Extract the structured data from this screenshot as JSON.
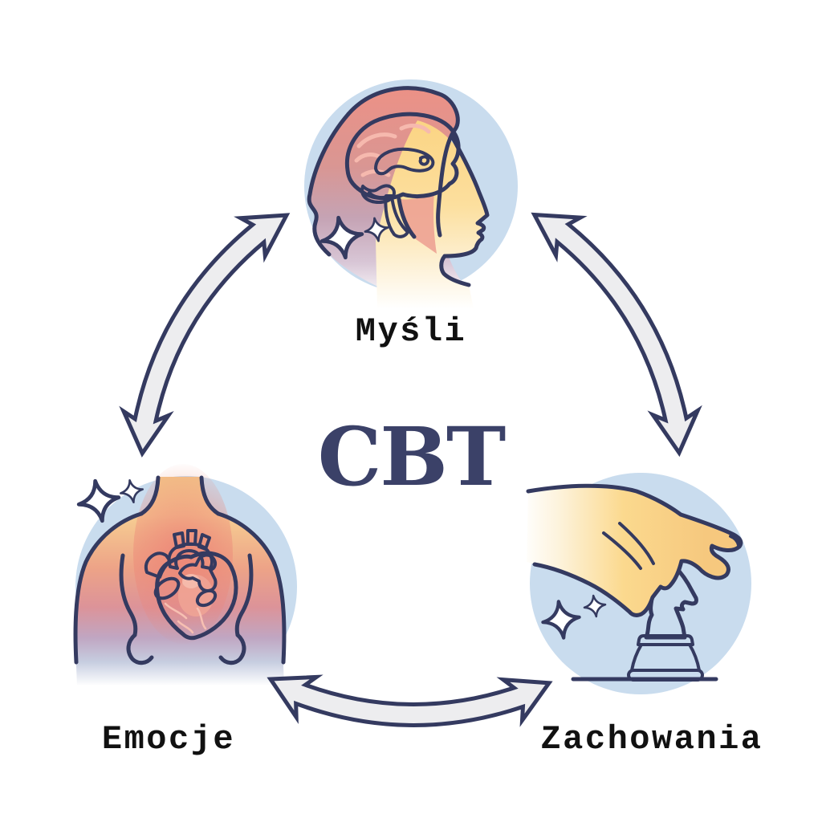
{
  "diagram": {
    "title": "CBT",
    "nodes": [
      {
        "id": "thoughts",
        "label": "Myśli",
        "icon": "brain-head-icon"
      },
      {
        "id": "emotions",
        "label": "Emocje",
        "icon": "heart-chest-icon"
      },
      {
        "id": "behaviors",
        "label": "Zachowania",
        "icon": "hand-chess-knight-icon"
      }
    ],
    "connections": [
      {
        "from": "Myśli",
        "to": "Emocje",
        "style": "curved-double-headed-arrow"
      },
      {
        "from": "Myśli",
        "to": "Zachowania",
        "style": "curved-double-headed-arrow"
      },
      {
        "from": "Emocje",
        "to": "Zachowania",
        "style": "curved-double-headed-arrow"
      }
    ]
  },
  "colors": {
    "background": "#ffffff",
    "outline": "#343a60",
    "circle_bg": "#c9dcee",
    "arrow_fill": "#ededef",
    "label_black": "#111111",
    "cbt_navy": "#3b4168",
    "hair_salmon": "#ec9186",
    "brain_pink": "#f0a095",
    "brain_light": "#f5b5ab",
    "face_yellow": "#fbd78c",
    "body_mauve": "#c5a3b4",
    "heart_red": "#e4756a",
    "heart_red_light": "#f0a595",
    "vessel_blue": "#2e9cd8",
    "flap_pink": "#fbdcd4",
    "hand_yellow": "#fbd98e",
    "knight_white": "#ffffff",
    "base_pink": "#d7685c",
    "sparkle_white": "#ffffff"
  }
}
